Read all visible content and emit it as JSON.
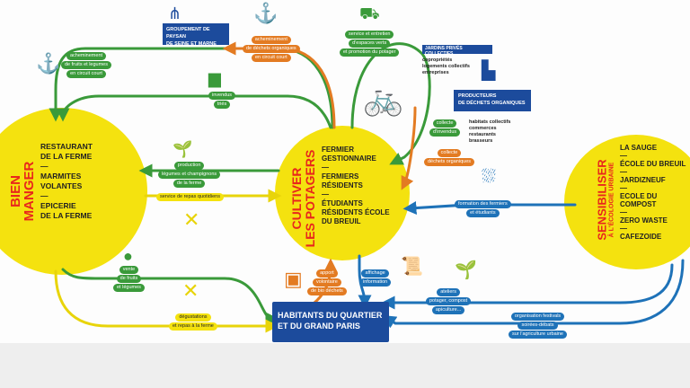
{
  "circles": {
    "bien_manger": {
      "title1": "BIEN",
      "title2": "MANGER",
      "items": [
        "RESTAURANT",
        "DE LA FERME",
        "—",
        "MARMITES",
        "VOLANTES",
        "—",
        "EPICERIE",
        "DE LA FERME"
      ]
    },
    "cultiver": {
      "title1": "CULTIVER",
      "title2": "LES POTAGERS",
      "items": [
        "FERMIER",
        "GESTIONNAIRE",
        "—",
        "FERMIERS",
        "RÉSIDENTS",
        "—",
        "ÉTUDIANTS",
        "RÉSIDENTS ÉCOLE",
        "DU BREUIL"
      ]
    },
    "sensibiliser": {
      "title1": "SENSIBILISER",
      "title2": "À L'ÉCOLOGIE URBAINE",
      "items": [
        "LA SAUGE",
        "—",
        "ÉCOLE DU BREUIL",
        "—",
        "JARDIZNEUF",
        "—",
        "ECOLE DU COMPOST",
        "—",
        "ZERO WASTE",
        "—",
        "CAFEZOIDE"
      ]
    }
  },
  "boxes": {
    "groupement": [
      "GROUPEMENT DE PAYSAN",
      "DE SEINE ET MARNE"
    ],
    "jardins": "JARDINS PRIVÉS COLLECTIFS",
    "producteurs": [
      "PRODUCTEURS",
      "DE DÉCHETS ORGANIQUES"
    ],
    "habitants": [
      "HABITANTS DU QUARTIER",
      "ET DU GRAND PARIS"
    ]
  },
  "lists": {
    "jardins": [
      "copropriétés",
      "logements collectifs",
      "entreprises"
    ],
    "producteurs": [
      "habitats collectifs",
      "commerces",
      "restaurants",
      "brasseurs"
    ]
  },
  "flows": {
    "acheminement_fruits": [
      "acheminement",
      "de fruits et legumes",
      "en circuit court"
    ],
    "acheminement_dechets": [
      "acheminement",
      "de déchets organiques",
      "en circuit court"
    ],
    "invendus": [
      "invendus",
      "triés"
    ],
    "service_espaces": [
      "service et entretien",
      "d'espaces verts",
      "et promotion du potager"
    ],
    "collecte_invendus": [
      "collecte",
      "d'invendus"
    ],
    "collecte_dechets": [
      "collecte",
      "déchets organiques"
    ],
    "production": [
      "production",
      "légumes et champignons",
      "de la ferme"
    ],
    "service_repas": [
      "service de repas quotidiens"
    ],
    "formation": [
      "formation des fermiers",
      "et étudiants"
    ],
    "vente": [
      "vente",
      "de fruits",
      "et légumes"
    ],
    "degustations": [
      "dégustations",
      "et repas à la ferme"
    ],
    "apport": [
      "apport",
      "volontaire",
      "de bio déchets"
    ],
    "affichage": [
      "affichage",
      "information"
    ],
    "ateliers": [
      "ateliers",
      "potager, compost",
      "apiculture..."
    ],
    "festivals": [
      "organisation festivals",
      "soirées-débats",
      "sur l'agriculture urbaine"
    ]
  },
  "colors": {
    "green": "#3a9a3a",
    "orange": "#e37b22",
    "blue": "#1e72b8",
    "yellow": "#f4e20f",
    "red": "#e8261c",
    "navy": "#1c4b9c"
  }
}
